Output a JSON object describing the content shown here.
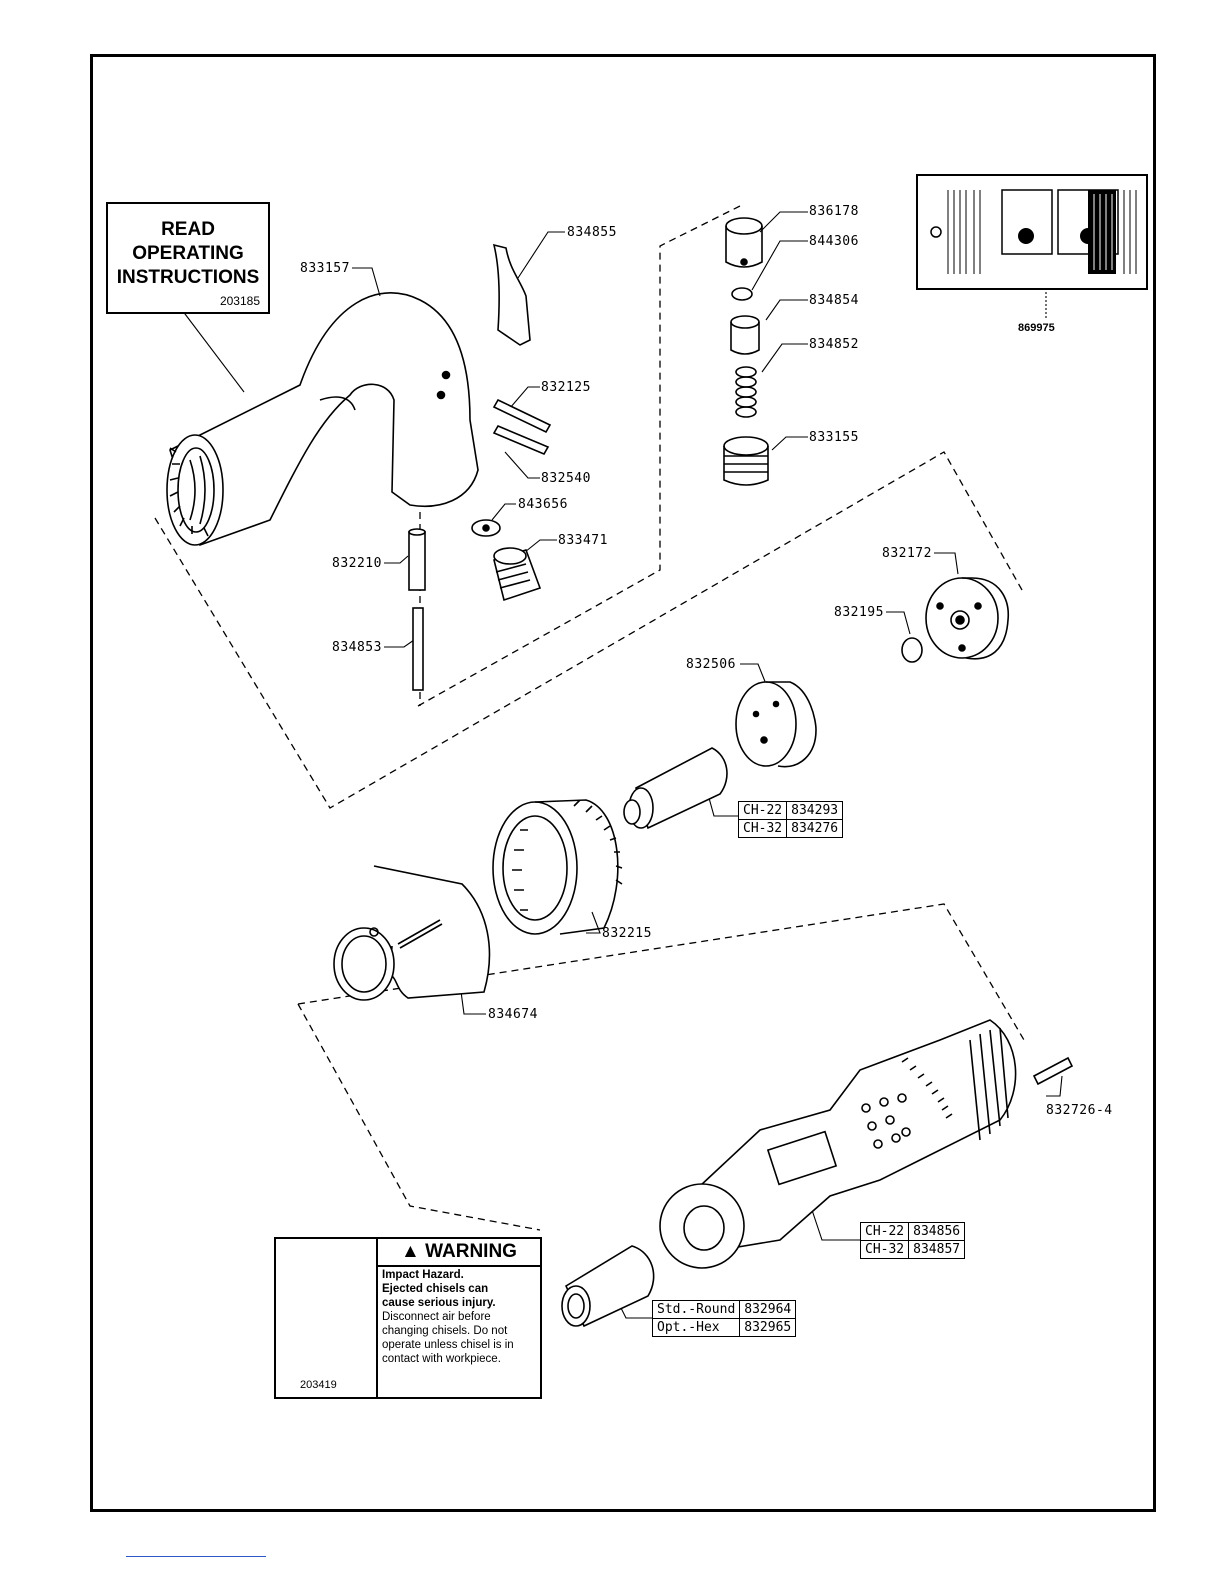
{
  "read_label": {
    "lines": [
      "READ",
      "OPERATING",
      "INSTRUCTIONS"
    ],
    "part_number": "203185"
  },
  "part_numbers": [
    "833157",
    "834855",
    "832125",
    "832540",
    "843656",
    "833471",
    "832210",
    "834853",
    "836178",
    "844306",
    "834854",
    "834852",
    "833155",
    "869975",
    "832172",
    "832195",
    "832506",
    "832215",
    "834674",
    "832726-4"
  ],
  "option_tables": [
    {
      "rows": [
        [
          "CH-22",
          "834293"
        ],
        [
          "CH-32",
          "834276"
        ]
      ]
    },
    {
      "rows": [
        [
          "CH-22",
          "834856"
        ],
        [
          "CH-32",
          "834857"
        ]
      ]
    },
    {
      "rows": [
        [
          "Std.-Round",
          "832964"
        ],
        [
          "Opt.-Hex",
          "832965"
        ]
      ]
    }
  ],
  "warning_label": {
    "heading": "WARNING",
    "bold_lines": [
      "Impact Hazard.",
      "Ejected chisels can",
      "cause serious injury."
    ],
    "text": "Disconnect air before changing chisels. Do not operate unless chisel is in contact with workpiece.",
    "part_number": "203419"
  },
  "tag_part_number": "869975"
}
